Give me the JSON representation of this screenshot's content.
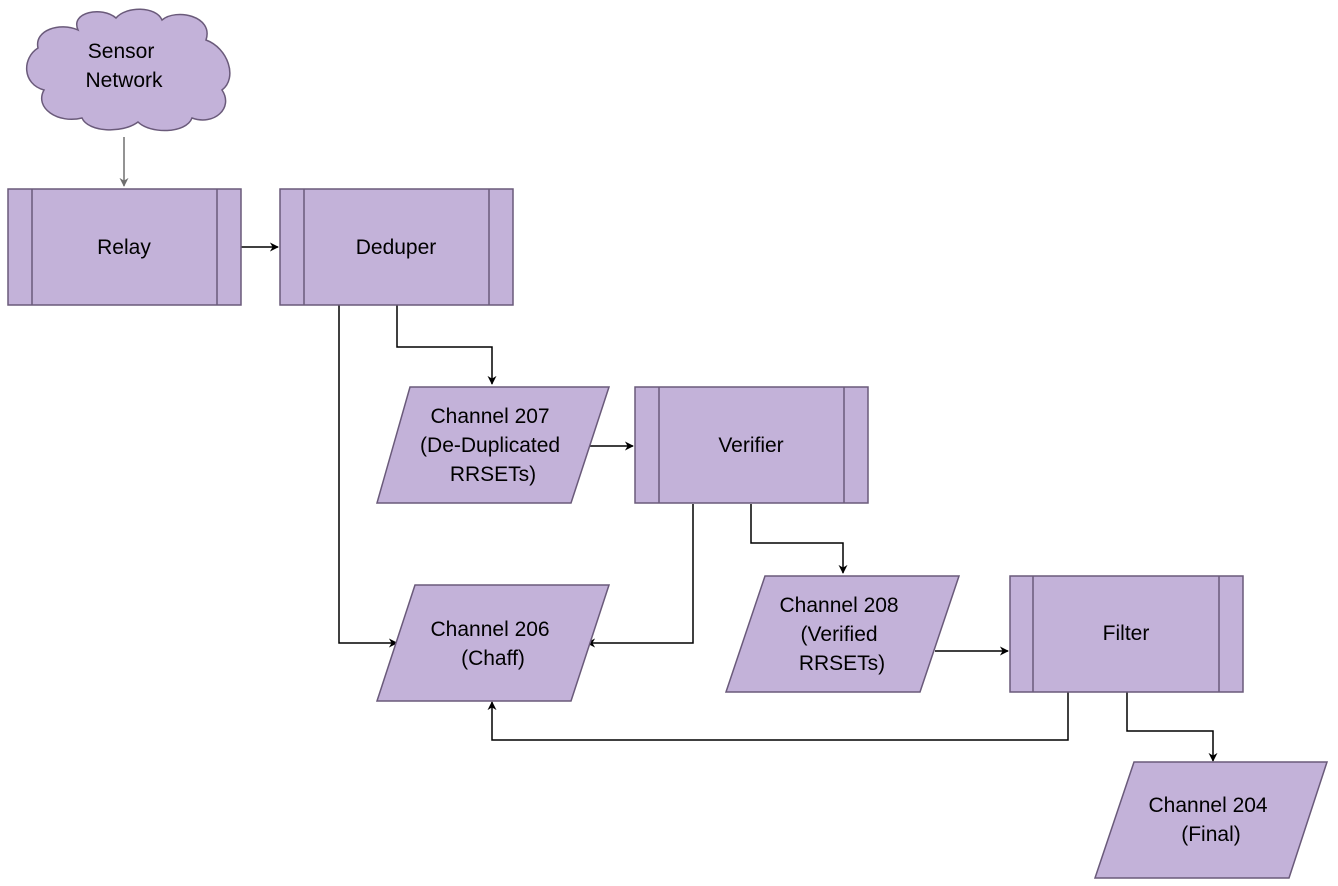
{
  "nodes": {
    "sensor_network": {
      "lines": [
        "Sensor",
        "Network"
      ]
    },
    "relay": {
      "lines": [
        "Relay"
      ]
    },
    "deduper": {
      "lines": [
        "Deduper"
      ]
    },
    "channel_207": {
      "lines": [
        "Channel 207",
        "(De-Duplicated",
        "RRSETs)"
      ]
    },
    "verifier": {
      "lines": [
        "Verifier"
      ]
    },
    "channel_206": {
      "lines": [
        "Channel 206",
        "(Chaff)"
      ]
    },
    "channel_208": {
      "lines": [
        "Channel 208",
        "(Verified",
        "RRSETs)"
      ]
    },
    "filter": {
      "lines": [
        "Filter"
      ]
    },
    "channel_204": {
      "lines": [
        "Channel 204",
        "(Final)"
      ]
    }
  },
  "colors": {
    "shape_fill": "#c3b2d9",
    "shape_stroke": "#6a5a7a",
    "connector": "#000000",
    "connector_gray": "#6f6f6f"
  }
}
